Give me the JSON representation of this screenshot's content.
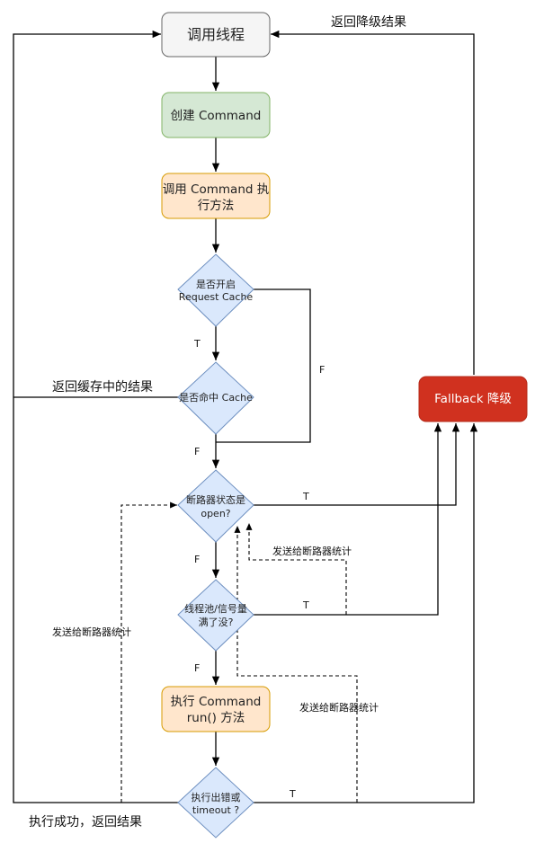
{
  "nodes": {
    "call_thread": "调用线程",
    "create_command": "创建 Command",
    "invoke_line1": "调用 Command 执",
    "invoke_line2": "行方法",
    "request_cache_line1": "是否开启",
    "request_cache_line2": "Request Cache",
    "cache_hit": "是否命中 Cache",
    "breaker_open_line1": "断路器状态是",
    "breaker_open_line2": "open?",
    "pool_full_line1": "线程池/信号量",
    "pool_full_line2": "满了没?",
    "run_line1": "执行 Command",
    "run_line2": "run() 方法",
    "error_line1": "执行出错或",
    "error_line2": "timeout ?",
    "fallback": "Fallback 降级"
  },
  "labels": {
    "return_fallback": "返回降级结果",
    "return_cache": "返回缓存中的结果",
    "success": "执行成功，返回结果",
    "send_stats_1": "发送给断路器统计",
    "send_stats_2": "发送给断路器统计",
    "send_stats_3": "发送给断路器统计",
    "t1": "T",
    "f1": "F",
    "f2": "F",
    "t2": "T",
    "f3": "F",
    "t3": "T",
    "f4": "F",
    "t4": "T"
  },
  "colors": {
    "start_fill": "#f5f5f5",
    "start_stroke": "#666666",
    "green_fill": "#d5e8d4",
    "green_stroke": "#82b366",
    "orange_fill": "#ffe6cc",
    "orange_stroke": "#d79b00",
    "blue_fill": "#dae8fc",
    "blue_stroke": "#6c8ebf",
    "red_fill": "#d0311f",
    "red_stroke": "#b52a1a"
  }
}
